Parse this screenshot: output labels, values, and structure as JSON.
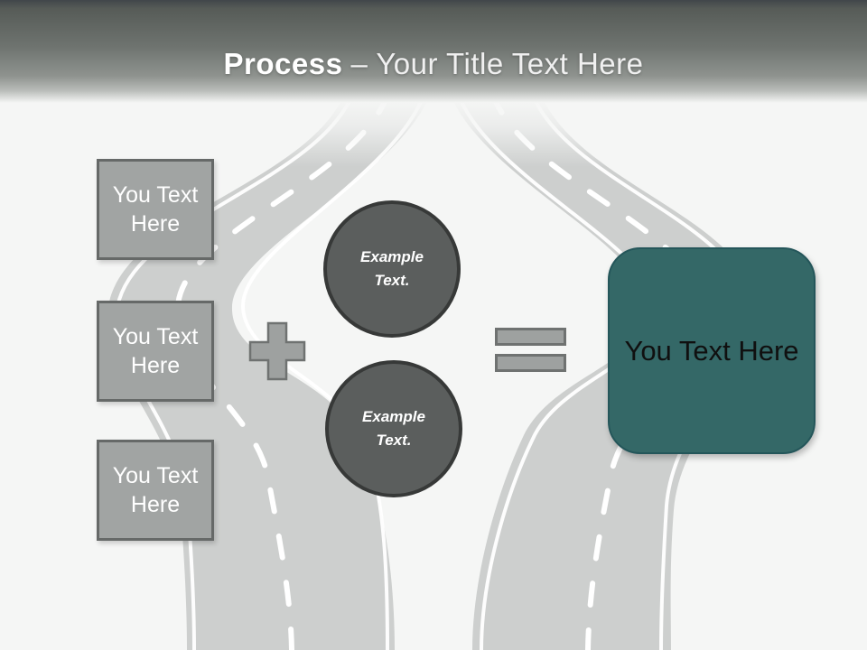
{
  "header": {
    "title_bold": "Process",
    "title_separator": "–",
    "title_rest": "Your Title Text Here"
  },
  "input_boxes": [
    {
      "label": "You Text Here"
    },
    {
      "label": "You Text Here"
    },
    {
      "label": "You Text Here"
    }
  ],
  "example_circles": [
    {
      "label": "Example Text."
    },
    {
      "label": "Example Text."
    }
  ],
  "operators": {
    "plus_icon": "plus",
    "equals_icon": "equals"
  },
  "result_box": {
    "label": "You Text Here"
  },
  "colors": {
    "canvas_bg": "#f5f6f5",
    "road_fill": "#cdcfce",
    "placeholder_gray": "#a1a4a3",
    "placeholder_border": "#666968",
    "circle_fill": "#5b5e5d",
    "circle_border": "#373938",
    "operator_fill": "#9ea1a0",
    "operator_border": "#6f7271",
    "result_teal": "#346867",
    "result_border": "#24565a",
    "title_text": "#ffffff",
    "box_text": "#ffffff",
    "result_text": "#101010"
  }
}
